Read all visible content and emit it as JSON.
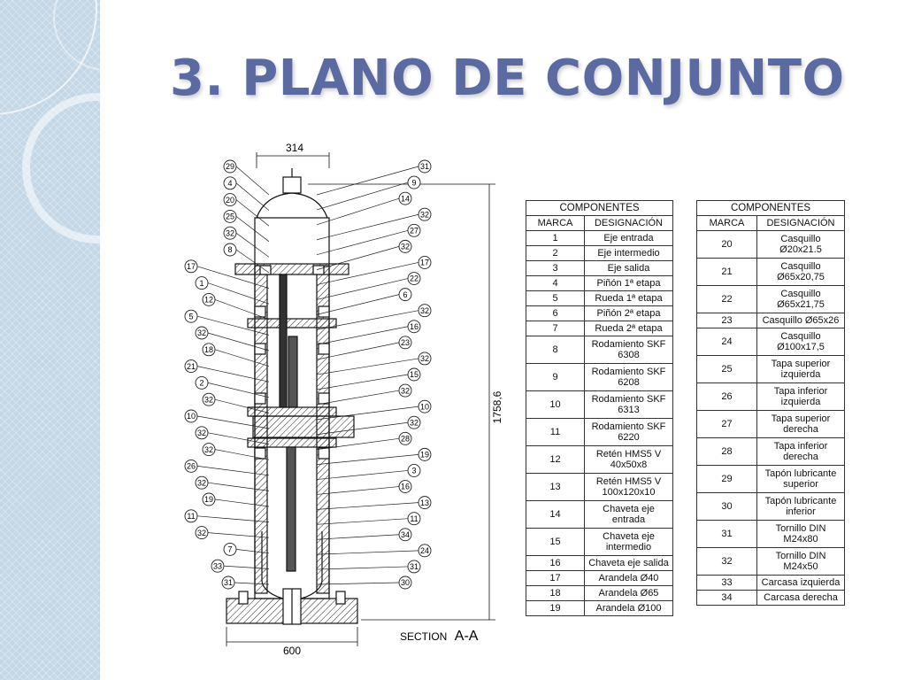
{
  "slide": {
    "title": "3. PLANO DE CONJUNTO"
  },
  "drawing": {
    "dim_top": "314",
    "dim_bottom": "600",
    "dim_height": "1758,6",
    "section_label": "SECTION",
    "section_name": "A-A",
    "balloons_left": [
      "29",
      "4",
      "20",
      "25",
      "32",
      "8",
      "17",
      "1",
      "12",
      "5",
      "32",
      "18",
      "21",
      "2",
      "32",
      "10",
      "32",
      "32",
      "26",
      "32",
      "19",
      "11",
      "32",
      "7",
      "33",
      "31"
    ],
    "balloons_right": [
      "31",
      "9",
      "14",
      "32",
      "27",
      "32",
      "17",
      "22",
      "6",
      "32",
      "16",
      "23",
      "32",
      "15",
      "32",
      "10",
      "32",
      "28",
      "19",
      "3",
      "16",
      "13",
      "11",
      "34",
      "24",
      "31",
      "30"
    ]
  },
  "table_left": {
    "header": "COMPONENTES",
    "col_marca": "MARCA",
    "col_designacion": "DESIGNACIÓN",
    "rows": [
      {
        "marca": "1",
        "l1": "Eje entrada",
        "l2": ""
      },
      {
        "marca": "2",
        "l1": "Eje intermedio",
        "l2": ""
      },
      {
        "marca": "3",
        "l1": "Eje salida",
        "l2": ""
      },
      {
        "marca": "4",
        "l1": "Piñón 1ª etapa",
        "l2": ""
      },
      {
        "marca": "5",
        "l1": "Rueda 1ª etapa",
        "l2": ""
      },
      {
        "marca": "6",
        "l1": "Piñón 2ª etapa",
        "l2": ""
      },
      {
        "marca": "7",
        "l1": "Rueda 2ª etapa",
        "l2": ""
      },
      {
        "marca": "8",
        "l1": "Rodamiento SKF",
        "l2": "6308"
      },
      {
        "marca": "9",
        "l1": "Rodamiento SKF",
        "l2": "6208"
      },
      {
        "marca": "10",
        "l1": "Rodamiento SKF",
        "l2": "6313"
      },
      {
        "marca": "11",
        "l1": "Rodamiento SKF",
        "l2": "6220"
      },
      {
        "marca": "12",
        "l1": "Retén HMS5 V",
        "l2": "40x50x8"
      },
      {
        "marca": "13",
        "l1": "Retén HMS5 V",
        "l2": "100x120x10"
      },
      {
        "marca": "14",
        "l1": "Chaveta eje",
        "l2": "entrada"
      },
      {
        "marca": "15",
        "l1": "Chaveta eje",
        "l2": "intermedio"
      },
      {
        "marca": "16",
        "l1": "Chaveta eje salida",
        "l2": ""
      },
      {
        "marca": "17",
        "l1": "Arandela Ø40",
        "l2": ""
      },
      {
        "marca": "18",
        "l1": "Arandela Ø65",
        "l2": ""
      },
      {
        "marca": "19",
        "l1": "Arandela Ø100",
        "l2": ""
      }
    ]
  },
  "table_right": {
    "header": "COMPONENTES",
    "col_marca": "MARCA",
    "col_designacion": "DESIGNACIÓN",
    "rows": [
      {
        "marca": "20",
        "l1": "Casquillo",
        "l2": "Ø20x21.5"
      },
      {
        "marca": "21",
        "l1": "Casquillo",
        "l2": "Ø65x20,75"
      },
      {
        "marca": "22",
        "l1": "Casquillo",
        "l2": "Ø65x21,75"
      },
      {
        "marca": "23",
        "l1": "Casquillo Ø65x26",
        "l2": ""
      },
      {
        "marca": "24",
        "l1": "Casquillo",
        "l2": "Ø100x17,5"
      },
      {
        "marca": "25",
        "l1": "Tapa superior",
        "l2": "izquierda"
      },
      {
        "marca": "26",
        "l1": "Tapa inferior",
        "l2": "izquierda"
      },
      {
        "marca": "27",
        "l1": "Tapa superior",
        "l2": "derecha"
      },
      {
        "marca": "28",
        "l1": "Tapa inferior",
        "l2": "derecha"
      },
      {
        "marca": "29",
        "l1": "Tapón lubricante",
        "l2": "superior"
      },
      {
        "marca": "30",
        "l1": "Tapón lubricante",
        "l2": "inferior"
      },
      {
        "marca": "31",
        "l1": "Tornillo DIN",
        "l2": "M24x80"
      },
      {
        "marca": "32",
        "l1": "Tornillo DIN",
        "l2": "M24x50"
      },
      {
        "marca": "33",
        "l1": "Carcasa izquierda",
        "l2": ""
      },
      {
        "marca": "34",
        "l1": "Carcasa derecha",
        "l2": ""
      }
    ]
  }
}
